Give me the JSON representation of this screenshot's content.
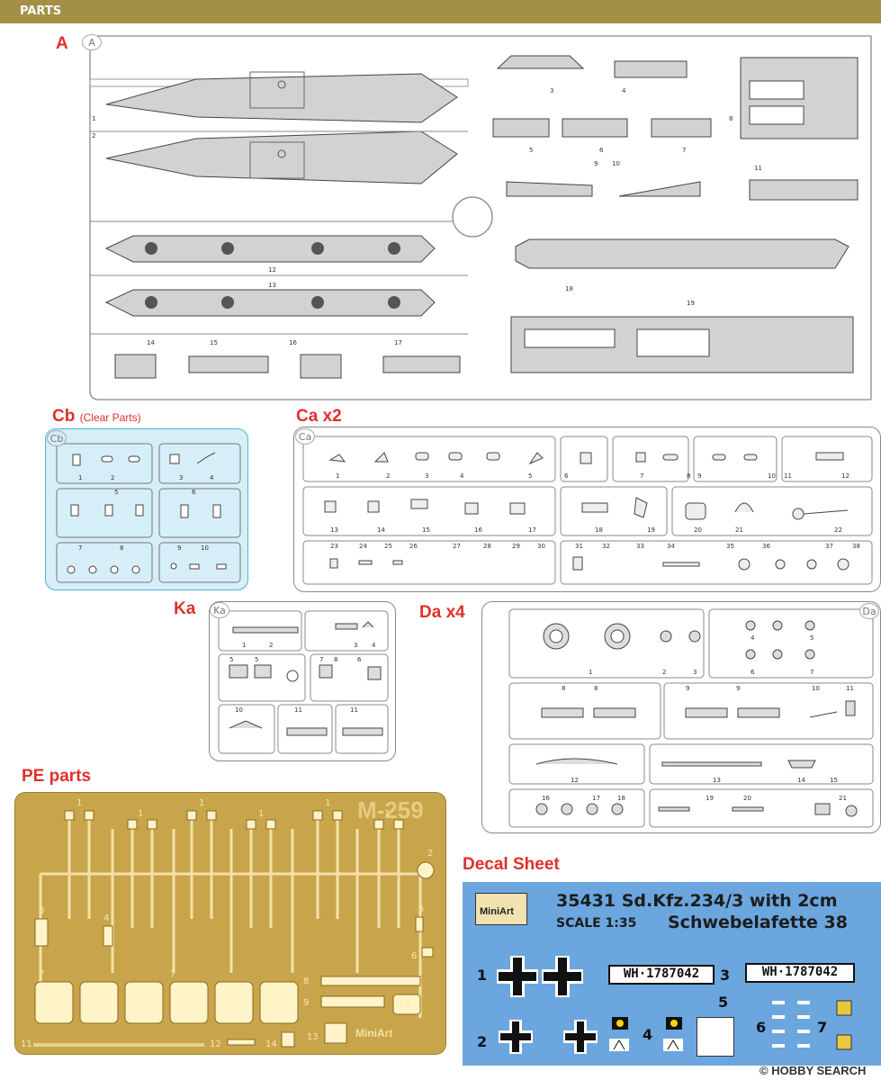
{
  "header": {
    "title": "PARTS"
  },
  "sprues": {
    "A": {
      "label": "A",
      "id": "A"
    },
    "Cb": {
      "label": "Cb",
      "note": "(Clear Parts)",
      "id": "Cb"
    },
    "Ca": {
      "label": "Ca x2",
      "id": "Ca"
    },
    "Ka": {
      "label": "Ka",
      "id": "Ka"
    },
    "Da": {
      "label": "Da x4",
      "id": "Da"
    },
    "PE": {
      "label": "PE parts",
      "code": "M-259",
      "brand": "MiniArt"
    }
  },
  "decal": {
    "label": "Decal Sheet",
    "brand": "MiniArt",
    "title_line1": "35431 Sd.Kfz.234/3 with 2cm",
    "scale": "SCALE 1:35",
    "title_line2": "Schwebelafette 38",
    "plate_text": "1787042",
    "plate_prefix": "WH",
    "numbers": [
      "1",
      "2",
      "3",
      "4",
      "5",
      "6",
      "7"
    ]
  },
  "watermark": "© HOBBY SEARCH",
  "colors": {
    "accent_red": "#e0302a",
    "header_gold": "#a39046",
    "clear_sprue_bg": "#d6eef8",
    "pe_gold": "#c8a54b",
    "decal_blue": "#6ba6df"
  }
}
